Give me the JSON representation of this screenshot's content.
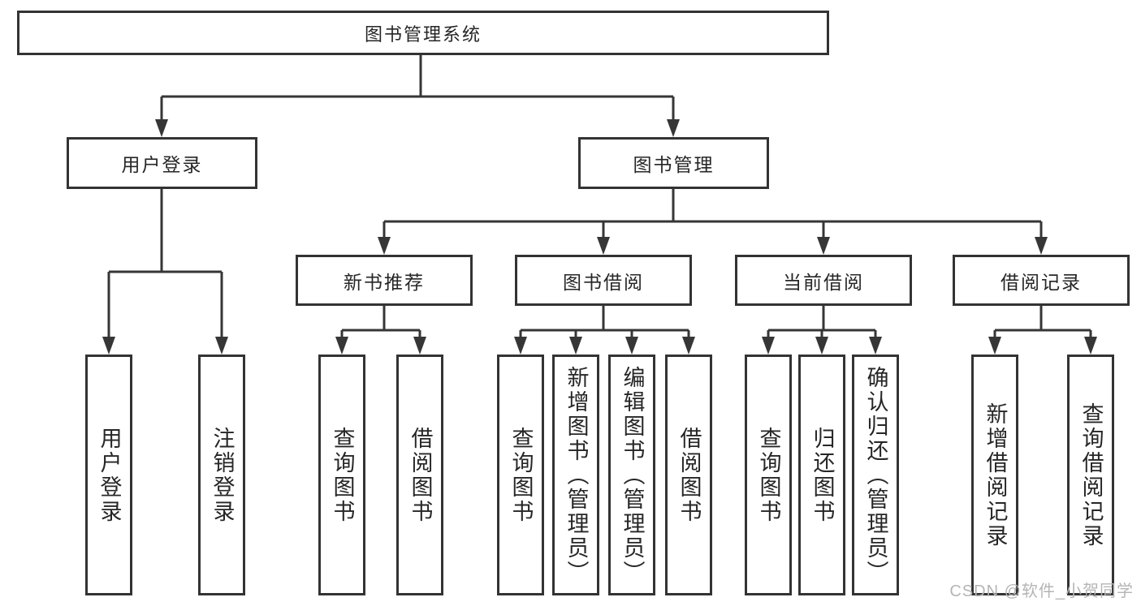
{
  "nodes": {
    "root": "图书管理系统",
    "level2": [
      "用户登录",
      "图书管理"
    ],
    "level3": [
      "新书推荐",
      "图书借阅",
      "当前借阅",
      "借阅记录"
    ],
    "leaves_user_login": [
      "用户登录",
      "注销登录"
    ],
    "leaves_new_books": [
      "查询图书",
      "借阅图书"
    ],
    "leaves_book_borrow": [
      "查询图书",
      "新增图书（管理员）",
      "编辑图书（管理员）",
      "借阅图书"
    ],
    "leaves_current_borrow": [
      "查询图书",
      "归还图书",
      "确认归还（管理员）"
    ],
    "leaves_borrow_records": [
      "新增借阅记录",
      "查询借阅记录"
    ]
  },
  "watermark": "CSDN @软件_小贺同学",
  "colors": {
    "line": "#363636",
    "box_border": "#333333",
    "text": "#262626",
    "watermark": "#b5b5b5",
    "background": "#ffffff"
  }
}
